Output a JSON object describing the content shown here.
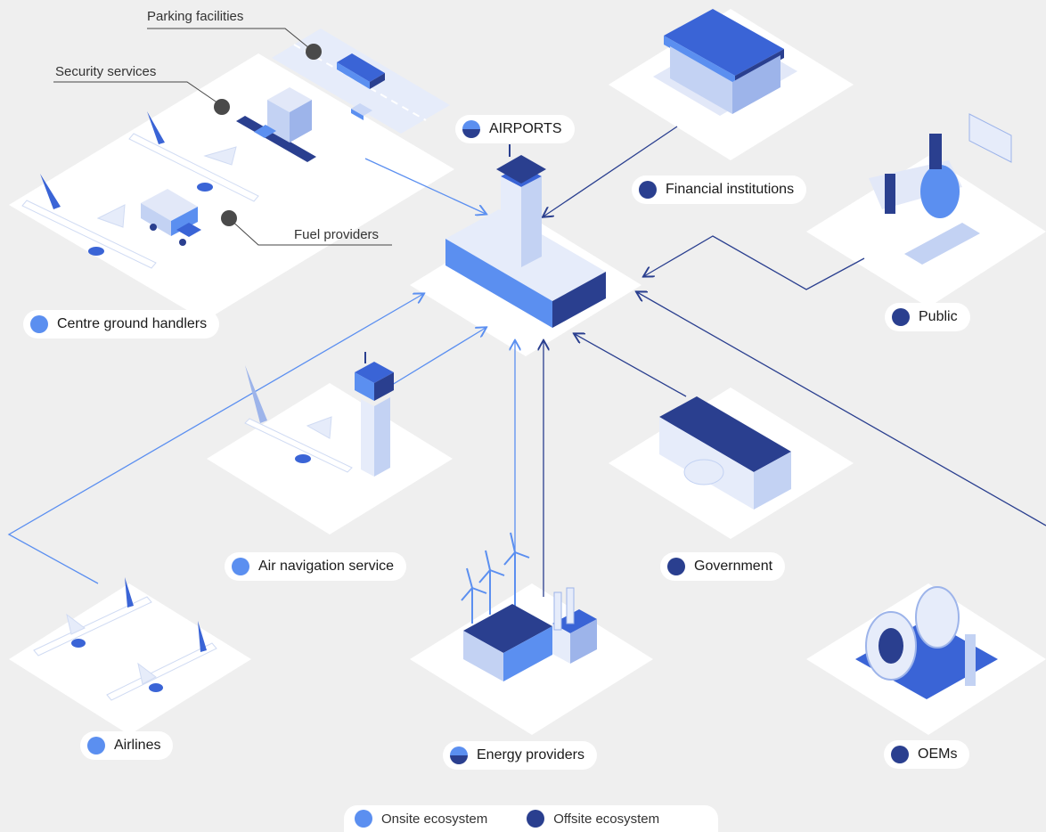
{
  "nodes": {
    "airports": "AIRPORTS",
    "financial": "Financial institutions",
    "public": "Public",
    "ground_handlers": "Centre ground handlers",
    "air_navigation": "Air navigation service",
    "government": "Government",
    "airlines": "Airlines",
    "energy": "Energy providers",
    "oems": "OEMs"
  },
  "callouts": {
    "parking": "Parking facilities",
    "security": "Security services",
    "fuel": "Fuel providers"
  },
  "legend": {
    "onsite": "Onsite ecosystem",
    "offsite": "Offsite ecosystem"
  },
  "colors": {
    "onsite": "#5b8ff0",
    "offsite": "#2a3f8f",
    "tile": "#ffffff",
    "background": "#efefef"
  }
}
